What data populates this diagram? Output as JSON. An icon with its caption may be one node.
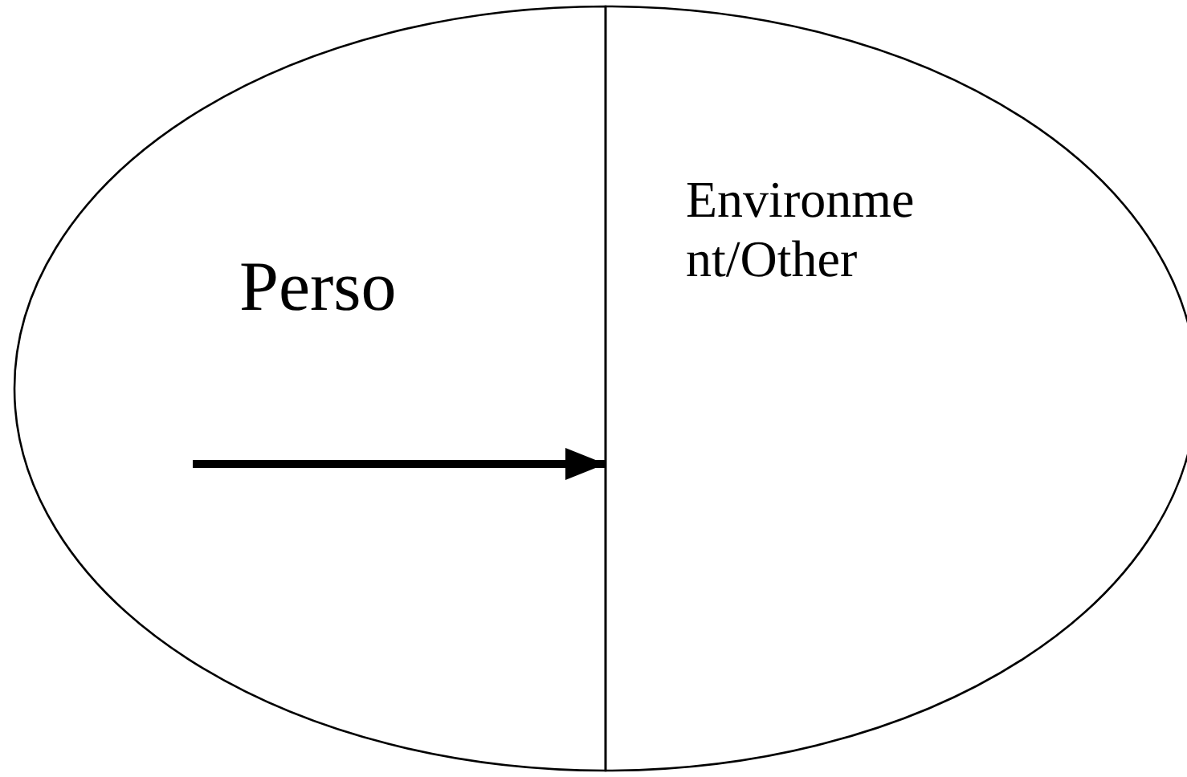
{
  "diagram": {
    "nodes": [
      {
        "text": [
          "Perso"
        ]
      },
      {
        "text": [
          "Environme nt/Other"
        ]
      }
    ],
    "edges": [
      {
        "from": 0,
        "to": 1,
        "arrow": "to"
      }
    ]
  }
}
